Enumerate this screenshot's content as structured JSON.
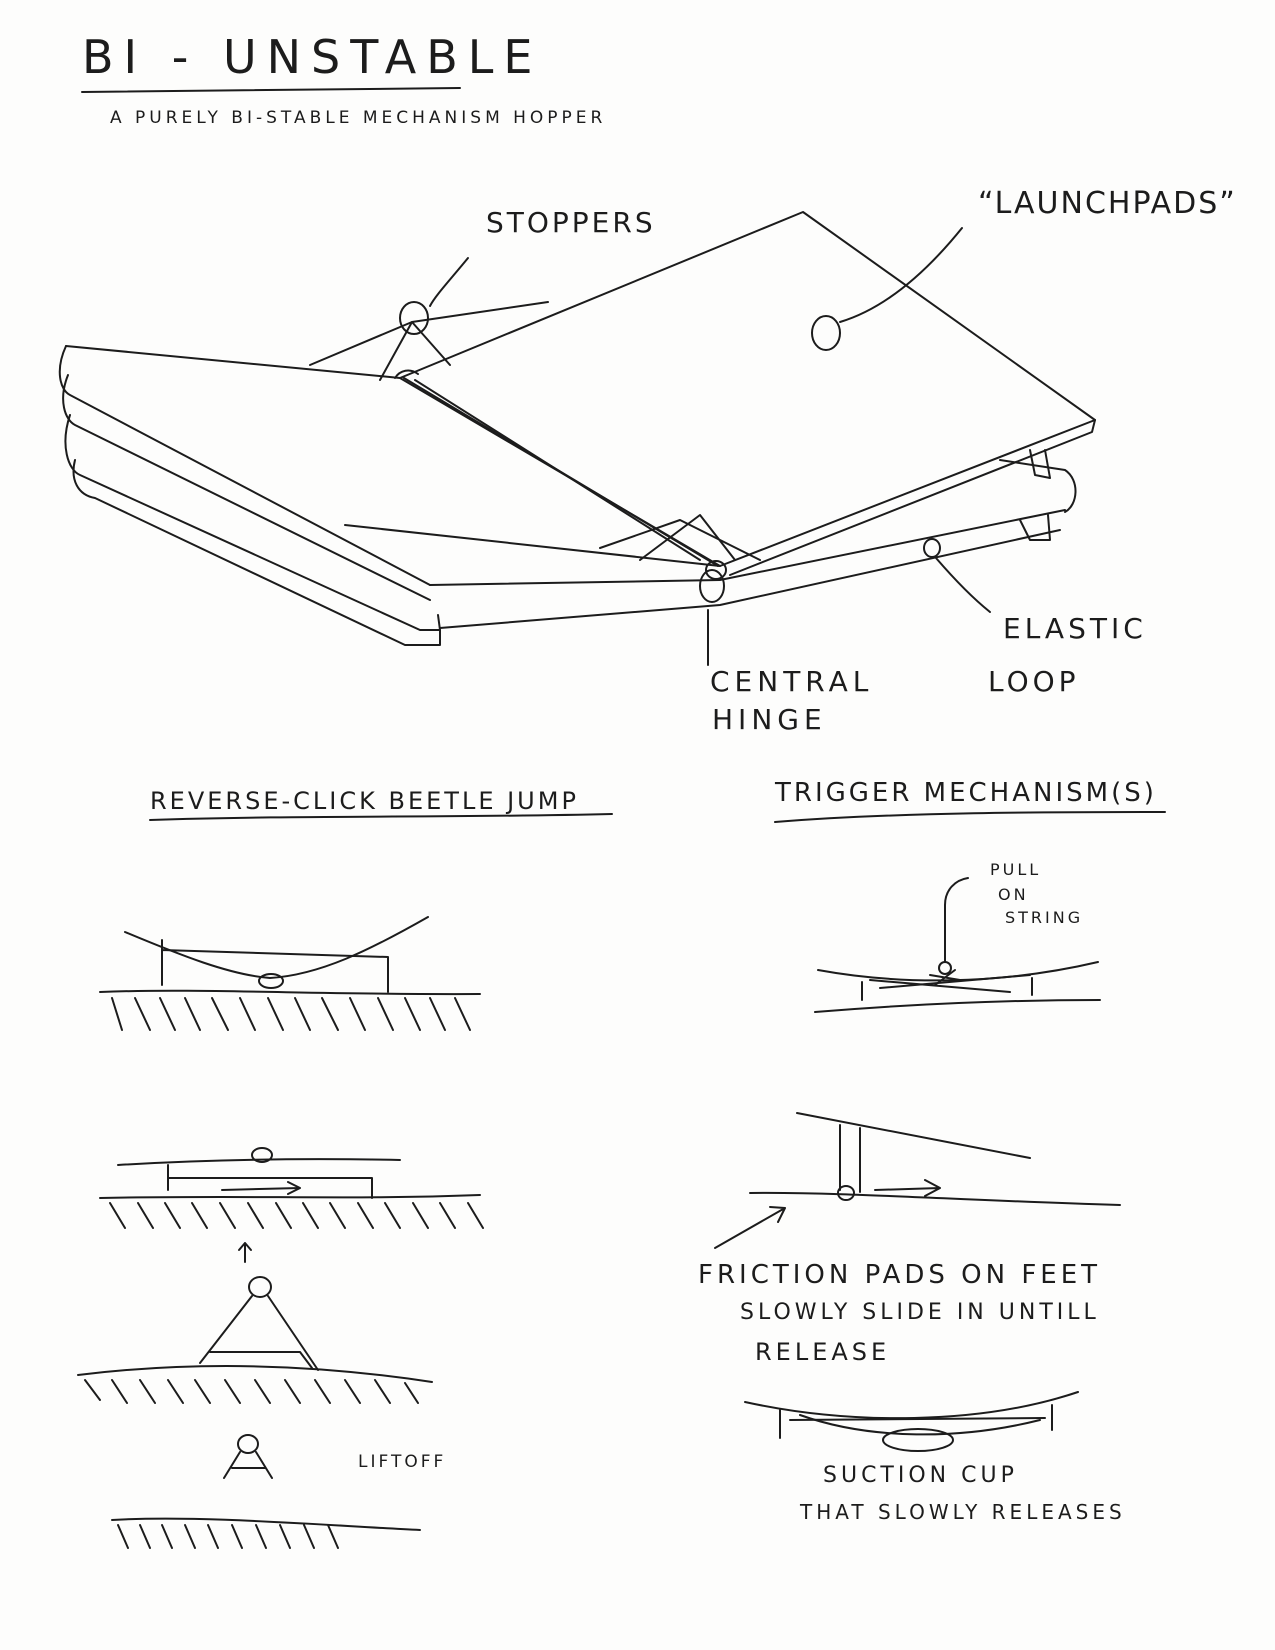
{
  "title": "Bi - Unstable",
  "subtitle": "A purely bi-stable mechanism hopper",
  "main_sketch": {
    "stoppers_label": "Stoppers",
    "launchpads_label": "“Launchpads”",
    "elastic_label_line1": "Elastic",
    "elastic_label_line2": "Loop",
    "hinge_label_line1": "Central",
    "hinge_label_line2": "Hinge"
  },
  "left_section": {
    "heading": "Reverse-Click Beetle Jump",
    "liftoff_label": "Liftoff"
  },
  "right_section": {
    "heading": "Trigger Mechanism(s)",
    "pull_line1": "Pull",
    "pull_line2": "on",
    "pull_line3": "string",
    "friction_line1": "Friction pads on feet",
    "friction_line2": "slowly slide in untill",
    "friction_line3": "release",
    "suction_line1": "Suction cup",
    "suction_line2": "that slowly releases"
  },
  "colors": {
    "ink": "#1c1c1c",
    "paper": "#fdfdfc"
  }
}
